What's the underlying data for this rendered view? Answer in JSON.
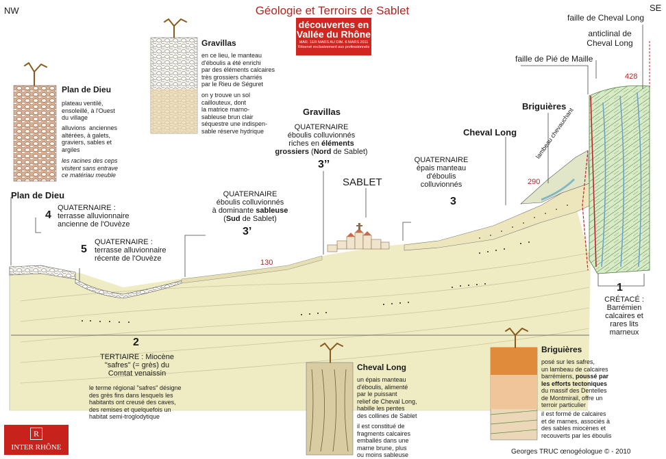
{
  "title": "Géologie et Terroirs de Sablet",
  "dir_nw": "NW",
  "dir_se": "SE",
  "logo": {
    "main": "découvertes en Vallée du Rhône",
    "sub": "MAR. 1ER MARS AU DIM. 6 MARS 2011",
    "sub2": "Réservé exclusivement aux professionnels"
  },
  "faults": {
    "cheval_long": "faille de Cheval Long",
    "anticlinal": "anticlinal de\nCheval Long",
    "pie_maille": "faille de Pié de Maille",
    "lambeau": "lambeau chevauchant"
  },
  "altitudes": {
    "a428": "428",
    "a290": "290",
    "a130": "130"
  },
  "places": {
    "sablet": "SABLET",
    "briguieres": "Briguières",
    "cheval_long": "Cheval Long",
    "gravillas": "Gravillas",
    "plan_de_dieu": "Plan de Dieu"
  },
  "units": {
    "u1": {
      "num": "1",
      "text": "CRÉTACÉ :\nBarrémien\ncalcaires et\nrares lits\nmarneux"
    },
    "u2": {
      "num": "2",
      "text": "TERTIAIRE : Miocène\n\"safres\" (= grès) du\nComtat venaissin"
    },
    "u3": {
      "num": "3",
      "text": "QUATERNAIRE\népais manteau\nd'éboulis\ncolluvionnés"
    },
    "u3p": {
      "num": "3’",
      "pre": "QUATERNAIRE\néboulis colluvionnés\nà dominante ",
      "bold1": "sableuse",
      "mid": "\n(",
      "bold2": "Sud",
      "post": " de Sablet)"
    },
    "u3pp": {
      "num": "3’’",
      "pre": "QUATERNAIRE\néboulis colluvionnés\nriches en ",
      "bold1": "éléments\ngrossiers",
      "mid": " (",
      "bold2": "Nord",
      "post": " de Sablet)"
    },
    "u4": {
      "num": "4",
      "text": "QUATERNAIRE :\nterrasse alluvionnaire\nancienne de l'Ouvèze"
    },
    "u5": {
      "num": "5",
      "text": "QUATERNAIRE :\nterrasse alluvionnaire\nrécente de l'Ouvèze"
    }
  },
  "safres_note": "le terme régional \"safres\" désigne\ndes grès fins dans lesquels les\nhabitants ont creusé des caves,\ndes remises et quelquefois un\nhabitat semi-troglodytique",
  "insets": {
    "plan": {
      "title": "Plan de Dieu",
      "p1": "plateau ventilé,\nensoleillé, à l'Ouest\ndu village",
      "p2": "alluvions  anciennes\naltérées, à galets,\ngraviers, sables et\nargiles",
      "p3": "les racines des ceps\nvisitent sans entrave\nce matériau meuble"
    },
    "grav": {
      "title": "Gravillas",
      "p1": "en ce lieu, le manteau\nd'éboulis a été enrichi\npar des éléments calcaires\ntrès grossiers charriés\npar le Rieu de Séguret",
      "p2": "on y trouve un sol\ncaillouteux, dont\nla matrice marno-\nsableuse brun clair\nséquestre une indispen-\nsable réserve hydrique"
    },
    "chev": {
      "title": "Cheval Long",
      "p1": "un épais manteau\nd'éboulis, alimenté\npar le puissant\nrelief de Cheval Long,\nhabille les pentes\ndes collines de Sablet",
      "p2": "il est constitué de\nfragments calcaires\nemballés dans une\nmarne brune, plus\nou moins sableuse"
    },
    "brig": {
      "title": "Briguières",
      "p1a": "posé sur les safres,\nun lambeau de calcaires\nbarrémiens, ",
      "p1b": "poussé par\nles efforts tectoniques",
      "p1c": "\ndu massif des Dentelles\nde Montmirail, offre un\nterroir particulier",
      "p2": "il est formé de calcaires\net de marnes, associés à\ndes sables miocènes et\nrecouverts par les éboulis"
    }
  },
  "inter_rhone": "INTER RHÔNE",
  "credit": "Georges TRUC œnogéologue © - 2010"
}
